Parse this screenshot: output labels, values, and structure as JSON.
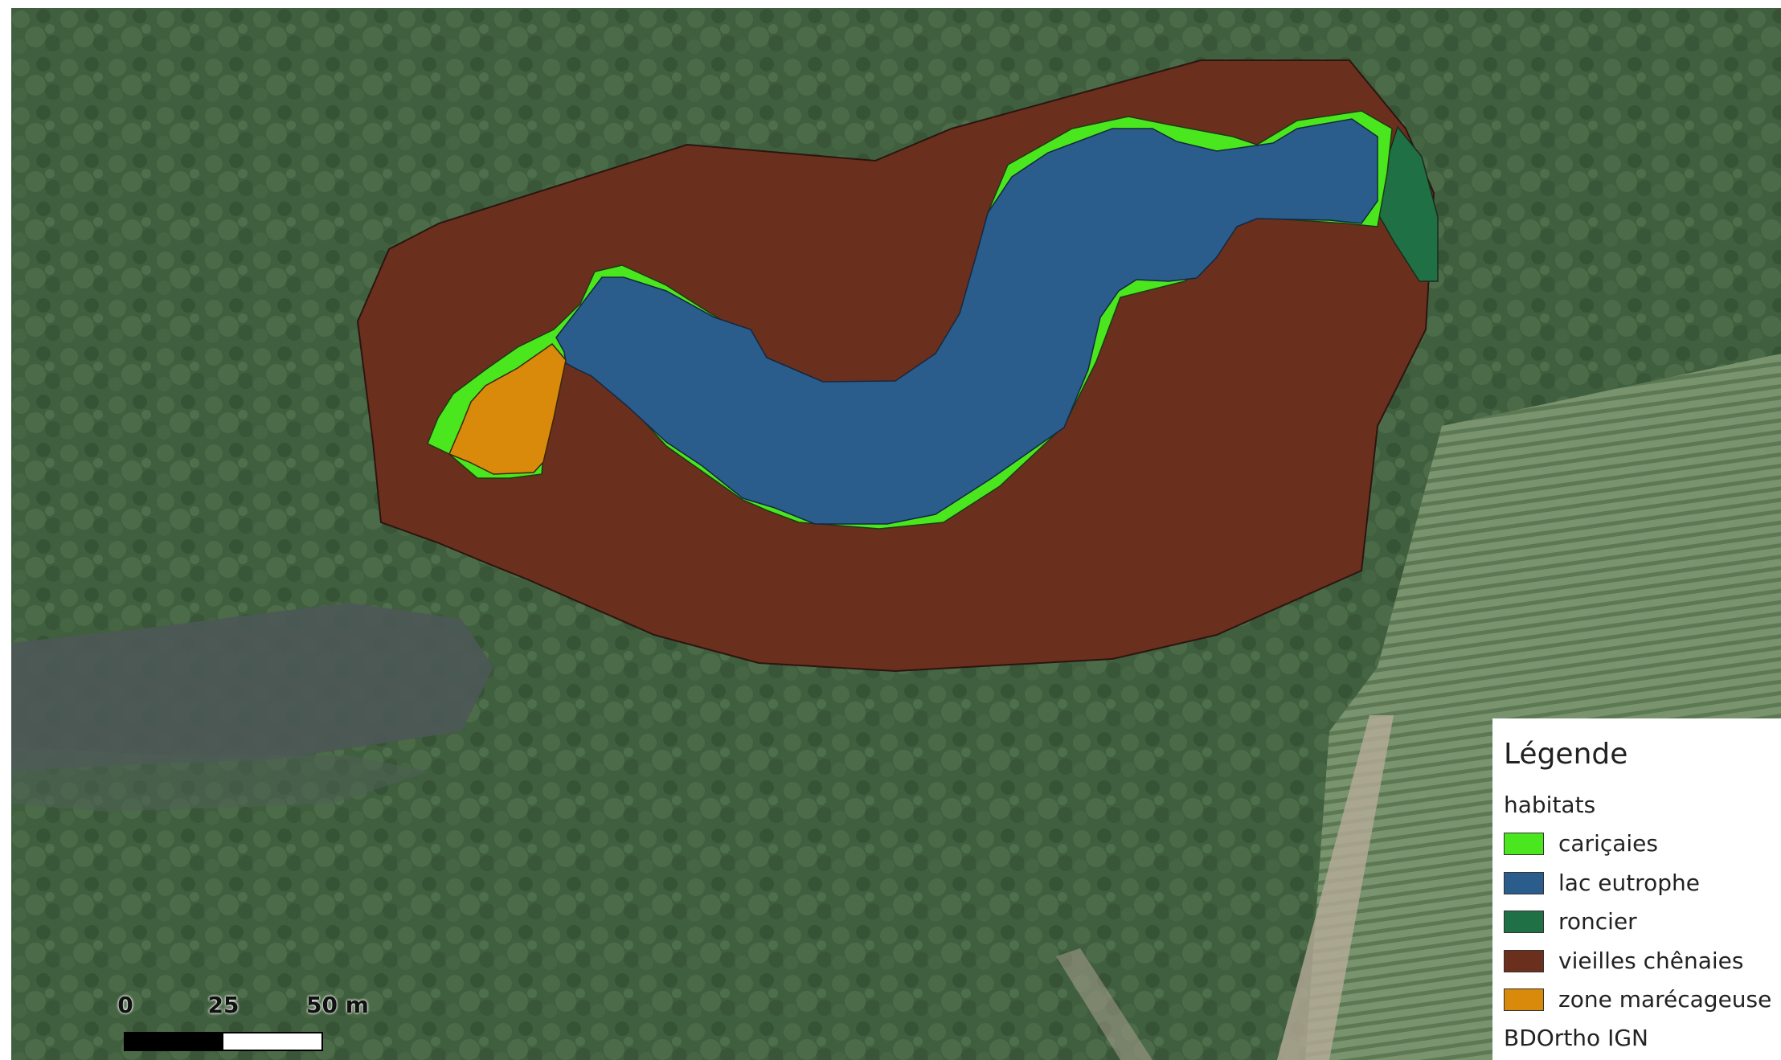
{
  "legend": {
    "title": "Légende",
    "group": "habitats",
    "items": [
      {
        "label": "cariçaies",
        "color": "#4ae61e"
      },
      {
        "label": "lac eutrophe",
        "color": "#2a5c8c"
      },
      {
        "label": "roncier",
        "color": "#1f7045"
      },
      {
        "label": "vieilles chênaies",
        "color": "#6b2f1e"
      },
      {
        "label": "zone marécageuse",
        "color": "#d98a0a"
      }
    ],
    "source": "BDOrtho IGN"
  },
  "scale": {
    "ticks": [
      "0",
      "25",
      "50 m"
    ]
  },
  "colors": {
    "forest": "#3f5c3d",
    "field": "#6f8a63",
    "water": "#4c5856",
    "track": "#b7ab98"
  }
}
